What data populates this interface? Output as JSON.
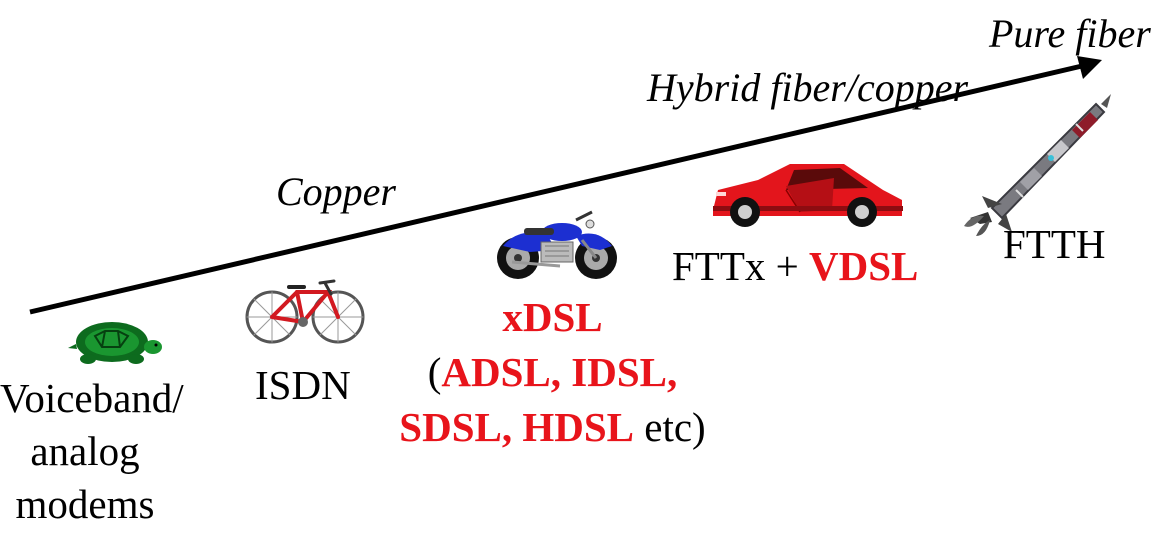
{
  "tiers": {
    "copper": "Copper",
    "hybrid": "Hybrid fiber/copper",
    "pure": "Pure fiber"
  },
  "technologies": {
    "voiceband": [
      "Voiceband/",
      "analog",
      "modems"
    ],
    "isdn": "ISDN",
    "xdsl": {
      "name": "xDSL",
      "open_paren": "(",
      "adsl_idsl": "ADSL, IDSL,",
      "sdsl_hdsl": "SDSL, HDSL",
      "etc": " etc)"
    },
    "fttx": {
      "prefix": "FTTx + ",
      "vdsl": "VDSL"
    },
    "ftth": "FTTH"
  },
  "icons": {
    "voiceband": "turtle-icon",
    "isdn": "bicycle-icon",
    "xdsl": "motorcycle-icon",
    "fttx": "sports-car-icon",
    "ftth": "rocket-icon"
  },
  "colors": {
    "highlight": "#e8141b",
    "text": "#000000",
    "arrow": "#000000"
  }
}
